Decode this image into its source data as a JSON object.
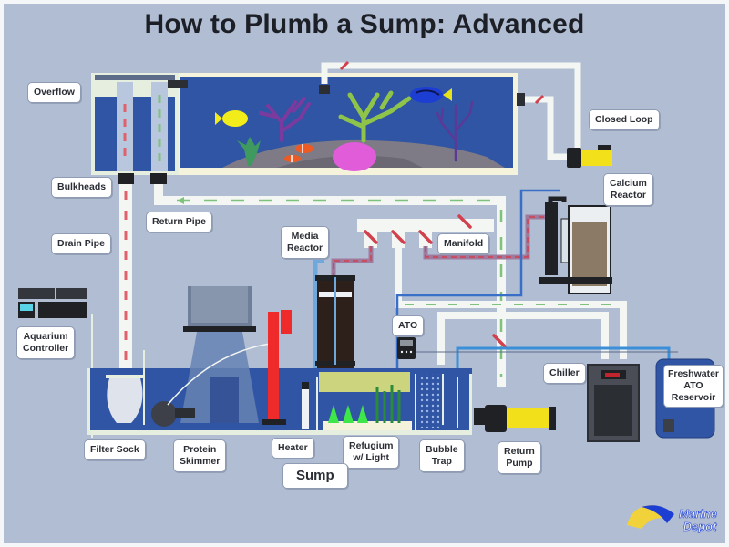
{
  "title": "How to Plumb a Sump: Advanced",
  "brand": {
    "line1": "Marine",
    "line2": "Depot"
  },
  "labels": {
    "overflow": "Overflow",
    "bulkheads": "Bulkheads",
    "return_pipe": "Return Pipe",
    "drain_pipe": "Drain Pipe",
    "aquarium_controller": [
      "Aquarium",
      "Controller"
    ],
    "media_reactor": [
      "Media",
      "Reactor"
    ],
    "manifold": "Manifold",
    "closed_loop": "Closed Loop",
    "calcium_reactor": [
      "Calcium",
      "Reactor"
    ],
    "ato": "ATO",
    "chiller": "Chiller",
    "freshwater_ato_reservoir": [
      "Freshwater",
      "ATO",
      "Reservoir"
    ],
    "filter_sock": "Filter Sock",
    "protein_skimmer": [
      "Protein",
      "Skimmer"
    ],
    "heater": "Heater",
    "refugium": [
      "Refugium",
      "w/ Light"
    ],
    "bubble_trap": [
      "Bubble",
      "Trap"
    ],
    "return_pump": [
      "Return",
      "Pump"
    ],
    "sump": "Sump"
  },
  "colors": {
    "background": "#b0bdd3",
    "water": "#2f55a4",
    "pipe": "#f3f6f2",
    "drain_flow": "#e0606b",
    "return_flow": "#7ec27e",
    "reactor_line_red": "#d2404e",
    "chiller_line_blue": "#3a8fd8",
    "pump_yellow": "#f2e01a"
  }
}
